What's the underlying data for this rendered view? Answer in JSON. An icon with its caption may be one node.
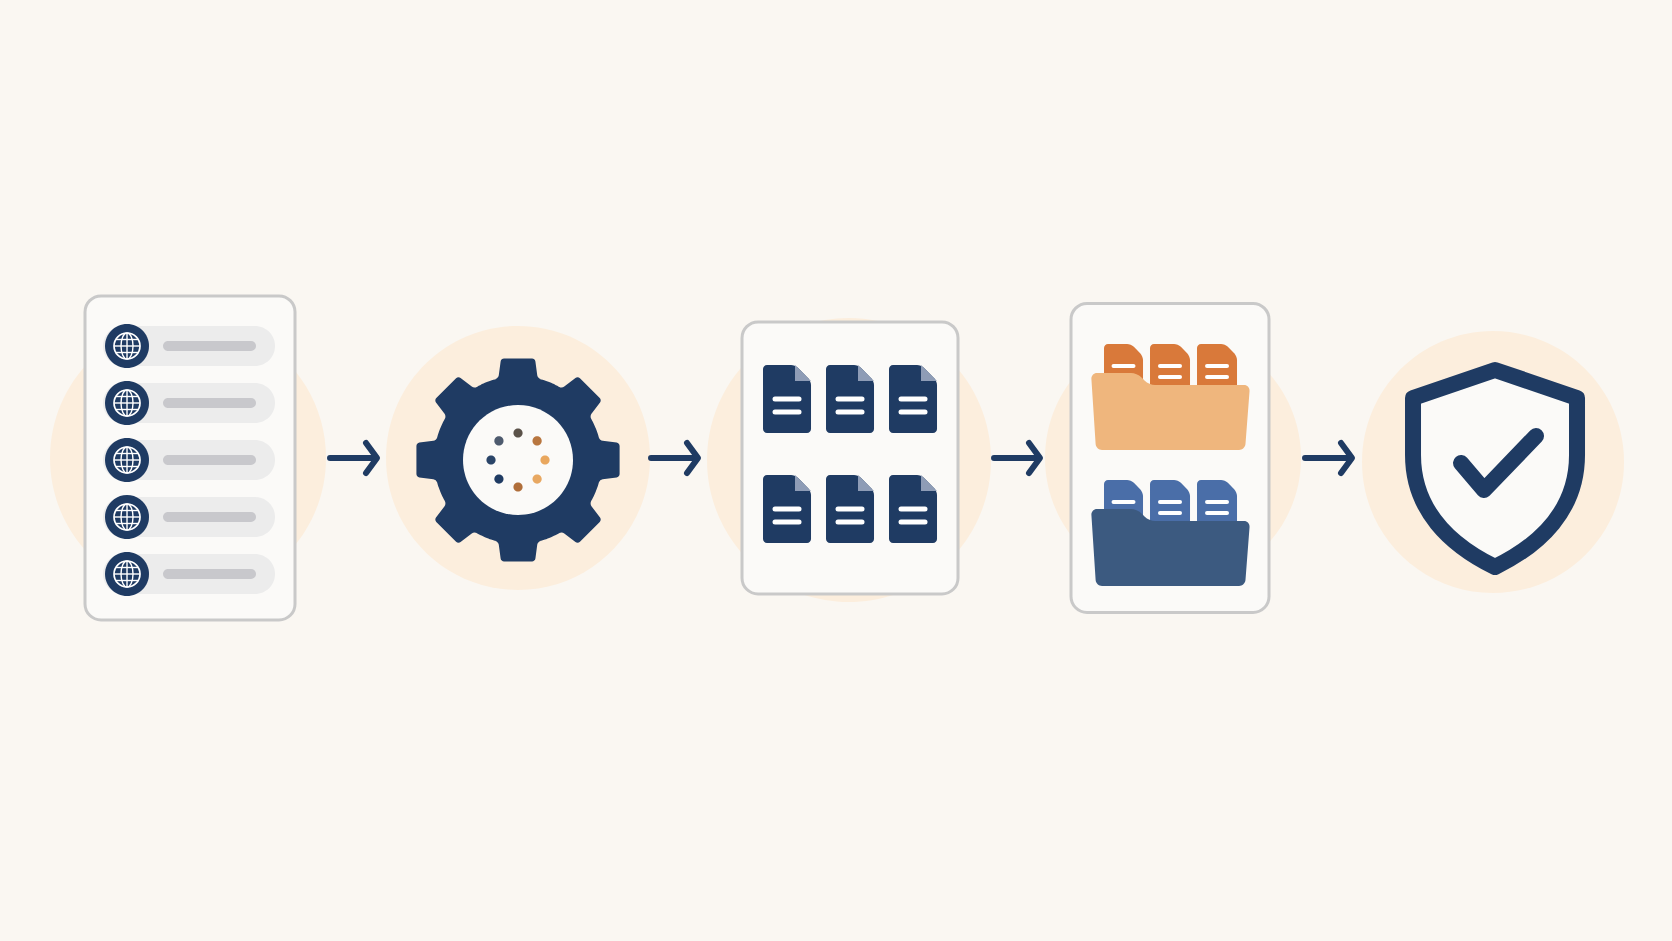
{
  "diagram": {
    "nodes": [
      {
        "text": [],
        "shape": "box"
      },
      {
        "text": [],
        "shape": "picture"
      },
      {
        "text": [],
        "shape": "box"
      },
      {
        "text": [],
        "shape": "box"
      },
      {
        "text": [],
        "shape": "picture"
      }
    ],
    "edges": [
      {
        "from": 0,
        "to": 1,
        "arrow": "to"
      },
      {
        "from": 1,
        "to": 2,
        "arrow": "to"
      },
      {
        "from": 2,
        "to": 3,
        "arrow": "to"
      },
      {
        "from": 3,
        "to": 4,
        "arrow": "to"
      }
    ]
  }
}
